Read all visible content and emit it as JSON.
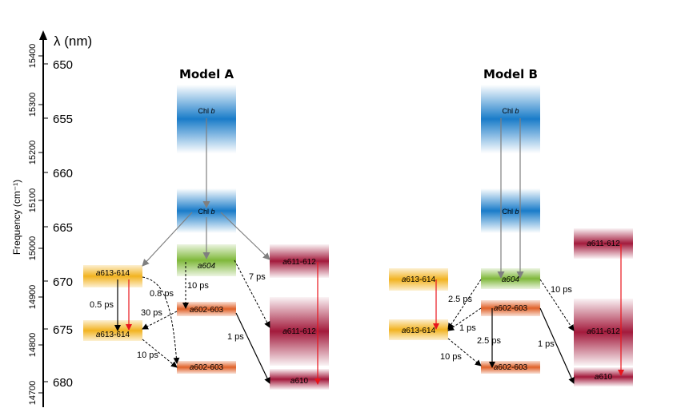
{
  "axis": {
    "lambda_title": "λ (nm)",
    "freq_title": "Frequency (cm⁻¹)",
    "lambda_ticks": [
      "650",
      "655",
      "660",
      "665",
      "670",
      "675",
      "680"
    ],
    "freq_ticks": [
      "15400",
      "15300",
      "15200",
      "15100",
      "15000",
      "14900",
      "14800",
      "14700"
    ]
  },
  "model_a": {
    "title": "Model A",
    "states": {
      "chlb_top": {
        "label": "Chl b",
        "nm": 654.2
      },
      "chlb_mid": {
        "label": "Chl b",
        "nm": 663.6
      },
      "a604": {
        "label": "a604",
        "nm": 668.2
      },
      "a611_612_top": {
        "label": "a611-612",
        "nm": 668.3
      },
      "a613_614_top": {
        "label": "a613-614",
        "nm": 669.7
      },
      "a602_603_mid": {
        "label": "a602-603",
        "nm": 674.0
      },
      "a613_614_bot": {
        "label": "a613-614",
        "nm": 675.2
      },
      "a611_612_bot": {
        "label": "a611-612",
        "nm": 674.9
      },
      "a602_603_bot": {
        "label": "a602-603",
        "nm": 678.6
      },
      "a610": {
        "label": "a610",
        "nm": 679.9
      }
    },
    "rates": {
      "r1": "10 ps",
      "r2": "7 ps",
      "r3": "0.8 ps",
      "r4": "0.5 ps",
      "r5": "30 ps",
      "r6": "10 ps",
      "r7": "1 ps"
    }
  },
  "model_b": {
    "title": "Model B",
    "states": {
      "chlb_top": {
        "label": "Chl b",
        "nm": 654.2
      },
      "chlb_mid": {
        "label": "Chl b",
        "nm": 663.6
      },
      "a611_612_top": {
        "label": "a611-612",
        "nm": 666.6
      },
      "a613_614_top": {
        "label": "a613-614",
        "nm": 670.0
      },
      "a604": {
        "label": "a604",
        "nm": 670.0
      },
      "a602_603_mid": {
        "label": "a602-603",
        "nm": 674.0
      },
      "a613_614_bot": {
        "label": "a613-614",
        "nm": 675.0
      },
      "a611_612_bot": {
        "label": "a611-612",
        "nm": 675.0
      },
      "a602_603_bot": {
        "label": "a602-603",
        "nm": 678.6
      },
      "a610": {
        "label": "a610",
        "nm": 679.6
      }
    },
    "rates": {
      "r1": "10 ps",
      "r2": "2.5 ps",
      "r3": "1 ps",
      "r4": "2.5 ps",
      "r5": "10 ps",
      "r6": "1 ps"
    }
  },
  "colors": {
    "chlb": "#1a7cc9",
    "green": "#7fb83a",
    "orange": "#f2b320",
    "red_orange": "#e0622a",
    "crimson": "#a31a3c",
    "gray_arrow": "#7f7f7f",
    "red_arrow": "#e8141c"
  }
}
